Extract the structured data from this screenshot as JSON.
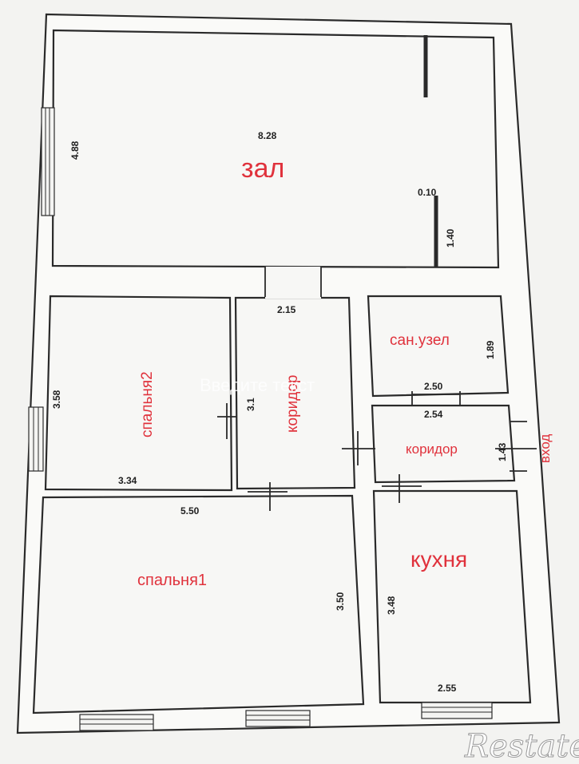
{
  "rooms": {
    "zal": "зал",
    "spalnya2": "спальня2",
    "koridor_vertical": "коридор",
    "san_uzel": "сан.узел",
    "koridor_small": "коридор",
    "vhod": "вход",
    "spalnya1": "спальня1",
    "kuhnya": "кухня"
  },
  "dimensions": {
    "zal_width": "8.28",
    "zal_height": "4.88",
    "wall_thickness": "0.10",
    "partition_length": "1.40",
    "koridor_width": "2.15",
    "koridor_height": "3.1",
    "spalnya2_height": "3.58",
    "spalnya2_width": "3.34",
    "san_uzel_height": "1.89",
    "san_uzel_width": "2.50",
    "koridor_small_width": "2.54",
    "koridor_small_height": "1.43",
    "spalnya1_width": "5.50",
    "spalnya1_height": "3.50",
    "kuhnya_height": "3.48",
    "kuhnya_width": "2.55"
  },
  "watermark": "Введите текст",
  "brand": "Restate",
  "colors": {
    "label": "#e0323c",
    "line": "#2a2a2a",
    "background": "#f3f3f1"
  }
}
